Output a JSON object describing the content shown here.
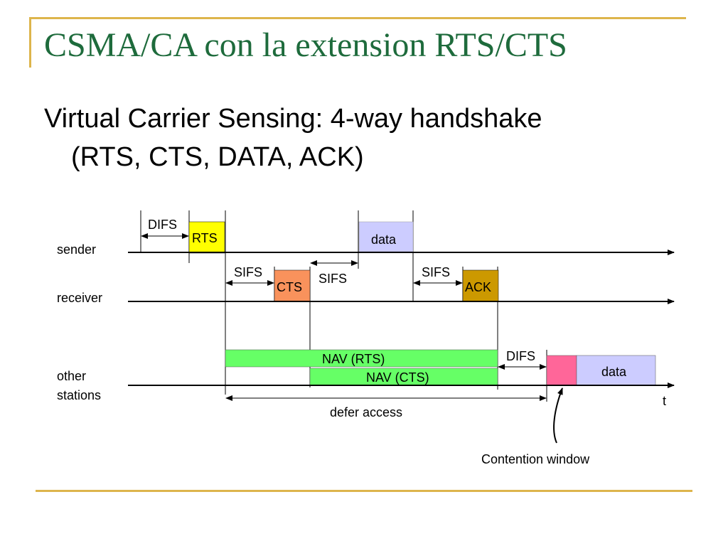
{
  "slide": {
    "title": "CSMA/CA con la extension  RTS/CTS",
    "subtitle_line1": "Virtual Carrier Sensing: 4-way handshake",
    "subtitle_line2": "(RTS, CTS, DATA, ACK)"
  },
  "diagram": {
    "rows": {
      "sender": "sender",
      "receiver": "receiver",
      "other_line1": "other",
      "other_line2": "stations"
    },
    "frames": {
      "rts": "RTS",
      "cts": "CTS",
      "data_sender": "data",
      "ack": "ACK",
      "data_other": "data"
    },
    "intervals": {
      "difs_sender": "DIFS",
      "sifs_1": "SIFS",
      "sifs_2": "SIFS",
      "sifs_3": "SIFS",
      "difs_other": "DIFS"
    },
    "nav": {
      "rts": "NAV (RTS)",
      "cts": "NAV (CTS)"
    },
    "defer_access": "defer access",
    "time_axis": "t",
    "contention_window": "Contention window",
    "colors": {
      "rts": "#FFFF00",
      "cts": "#F9925C",
      "data": "#CCCCFF",
      "ack": "#CC9900",
      "nav": "#66FF66",
      "contention": "#FF6699",
      "accent_gold": "#DDB54C",
      "title_green": "#1e6b3c"
    }
  }
}
